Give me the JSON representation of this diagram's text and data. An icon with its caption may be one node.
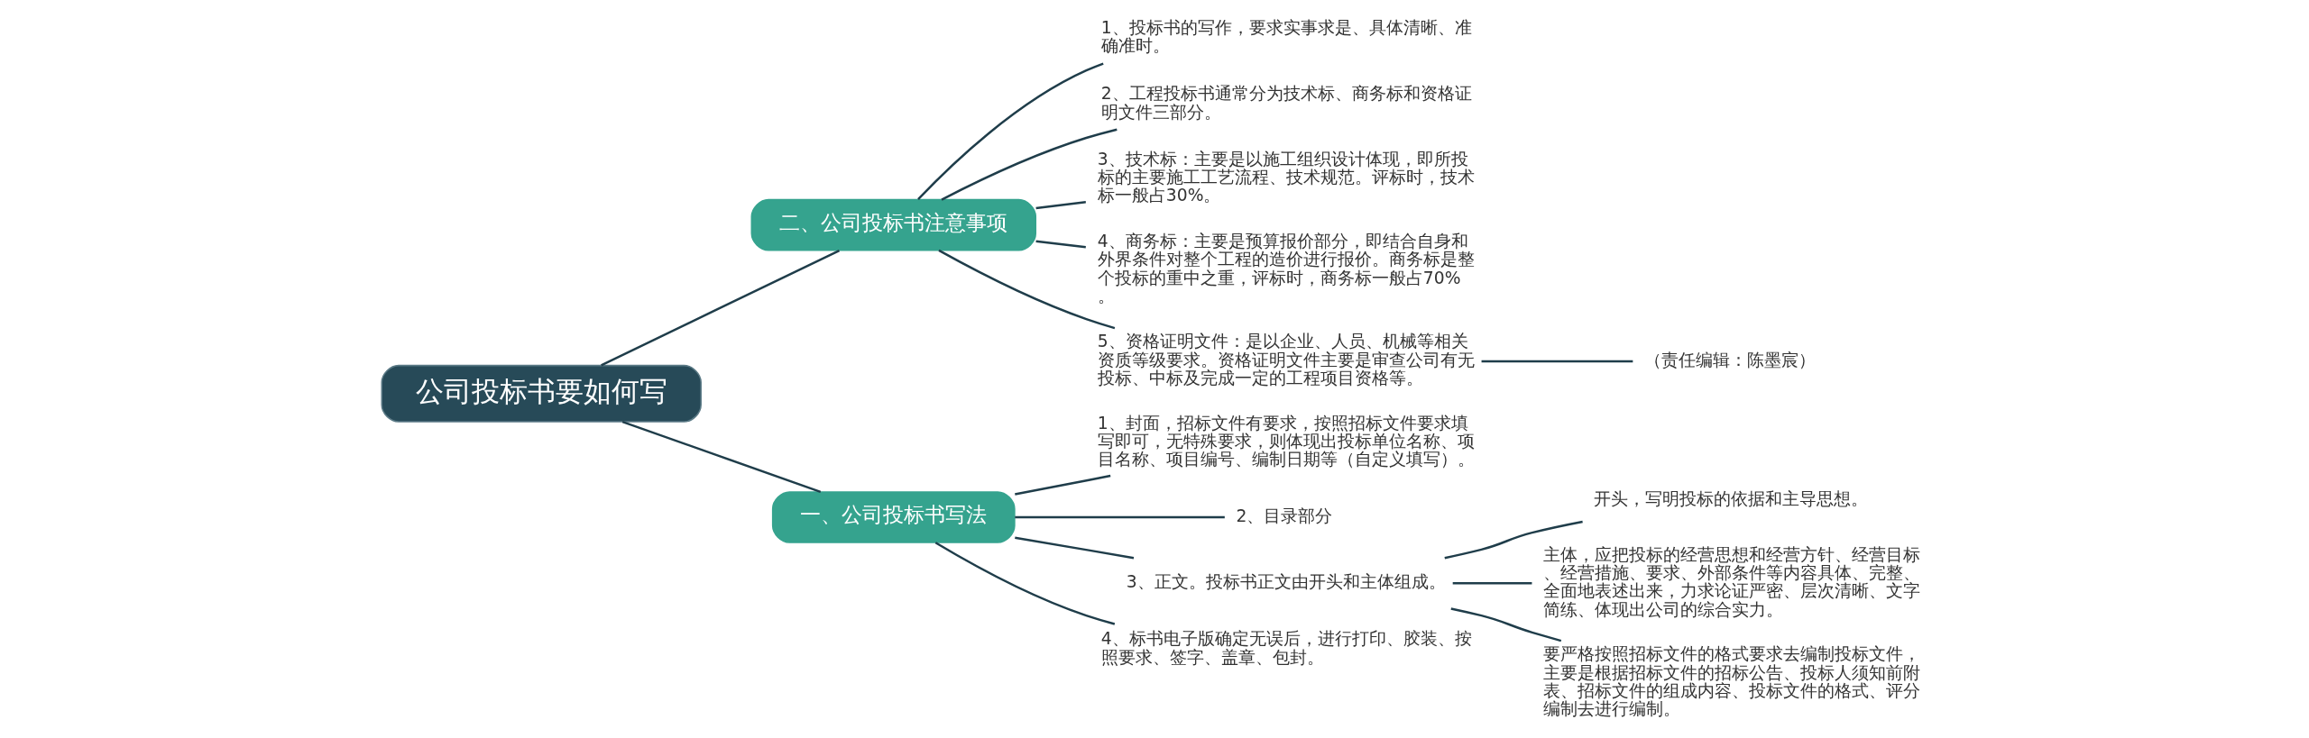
{
  "diagram": {
    "nodes": [
      {
        "text": [
          "公司投标书要如何写"
        ]
      },
      {
        "text": [
          "二、公司投标书注意事项"
        ]
      },
      {
        "text": [
          "1、投标书的写作，要求实事求是、具体清晰、准确准时。"
        ]
      },
      {
        "text": [
          "2、工程投标书通常分为技术标、商务标和资格证明文件三部分。"
        ]
      },
      {
        "text": [
          "3、技术标：主要是以施工组织设计体现，即所投标的主要施工工艺流程、技术规范。评标时，技术标一般占30%。"
        ]
      },
      {
        "text": [
          "4、商务标：主要是预算报价部分，即结合自身和外界条件对整个工程的造价进行报价。商务标是整个投标的重中之重，评标时，商务标一般占70%。"
        ]
      },
      {
        "text": [
          "5、资格证明文件：是以企业、人员、机械等相关资质等级要求。资格证明文件主要是审查公司有无投标、中标及完成一定的工程项目资格等。"
        ]
      },
      {
        "text": [
          "（责任编辑：陈墨宸）"
        ]
      },
      {
        "text": [
          "一、公司投标书写法"
        ]
      },
      {
        "text": [
          "1、封面，招标文件有要求，按照招标文件要求填写即可，无特殊要求，则体现出投标单位名称、项目名称、项目编号、编制日期等（自定义填写）。"
        ]
      },
      {
        "text": [
          "2、目录部分"
        ]
      },
      {
        "text": [
          "3、正文。投标书正文由开头和主体组成。"
        ]
      },
      {
        "text": [
          "4、标书电子版确定无误后，进行打印、胶装、按照要求、签字、盖章、包封。"
        ]
      },
      {
        "text": [
          "开头，写明投标的依据和主导思想。"
        ]
      },
      {
        "text": [
          "主体，应把投标的经营思想和经营方针、经营目标、经营措施、要求、外部条件等内容具体、完整、全面地表述出来，力求论证严密、层次清晰、文字简练、体现出公司的综合实力。"
        ]
      },
      {
        "text": [
          "要严格按照招标文件的格式要求去编制投标文件，主要是根据招标文件的招标公告、投标人须知前附表、招标文件的组成内容、投标文件的格式、评分编制去进行编制。"
        ]
      }
    ],
    "edges": [
      {
        "from": 0,
        "to": 1,
        "arrow": "none"
      },
      {
        "from": 1,
        "to": 2,
        "arrow": "none"
      },
      {
        "from": 1,
        "to": 3,
        "arrow": "none"
      },
      {
        "from": 1,
        "to": 4,
        "arrow": "none"
      },
      {
        "from": 1,
        "to": 5,
        "arrow": "none"
      },
      {
        "from": 1,
        "to": 6,
        "arrow": "none"
      },
      {
        "from": 6,
        "to": 7,
        "arrow": "none"
      },
      {
        "from": 0,
        "to": 8,
        "arrow": "none"
      },
      {
        "from": 8,
        "to": 9,
        "arrow": "none"
      },
      {
        "from": 8,
        "to": 10,
        "arrow": "none"
      },
      {
        "from": 8,
        "to": 11,
        "arrow": "none"
      },
      {
        "from": 8,
        "to": 12,
        "arrow": "none"
      },
      {
        "from": 11,
        "to": 13,
        "arrow": "none"
      },
      {
        "from": 11,
        "to": 14,
        "arrow": "none"
      },
      {
        "from": 11,
        "to": 15,
        "arrow": "none"
      }
    ]
  }
}
